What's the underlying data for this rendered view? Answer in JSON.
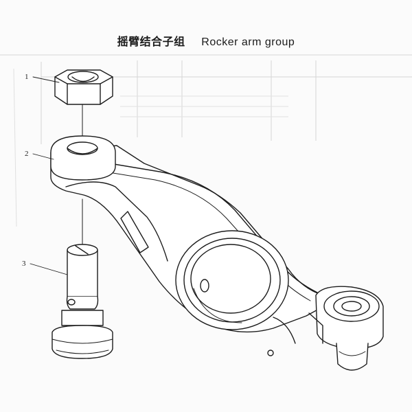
{
  "title": {
    "chinese": "摇臂结合子组",
    "english": "Rocker arm group"
  },
  "callouts": [
    {
      "label": "1",
      "part": "nut"
    },
    {
      "label": "2",
      "part": "rocker-arm"
    },
    {
      "label": "3",
      "part": "adjusting-screw"
    }
  ],
  "colors": {
    "line": "#1c1c1c",
    "ghost": "#cfcfcf",
    "paper": "#fbfbfb"
  }
}
